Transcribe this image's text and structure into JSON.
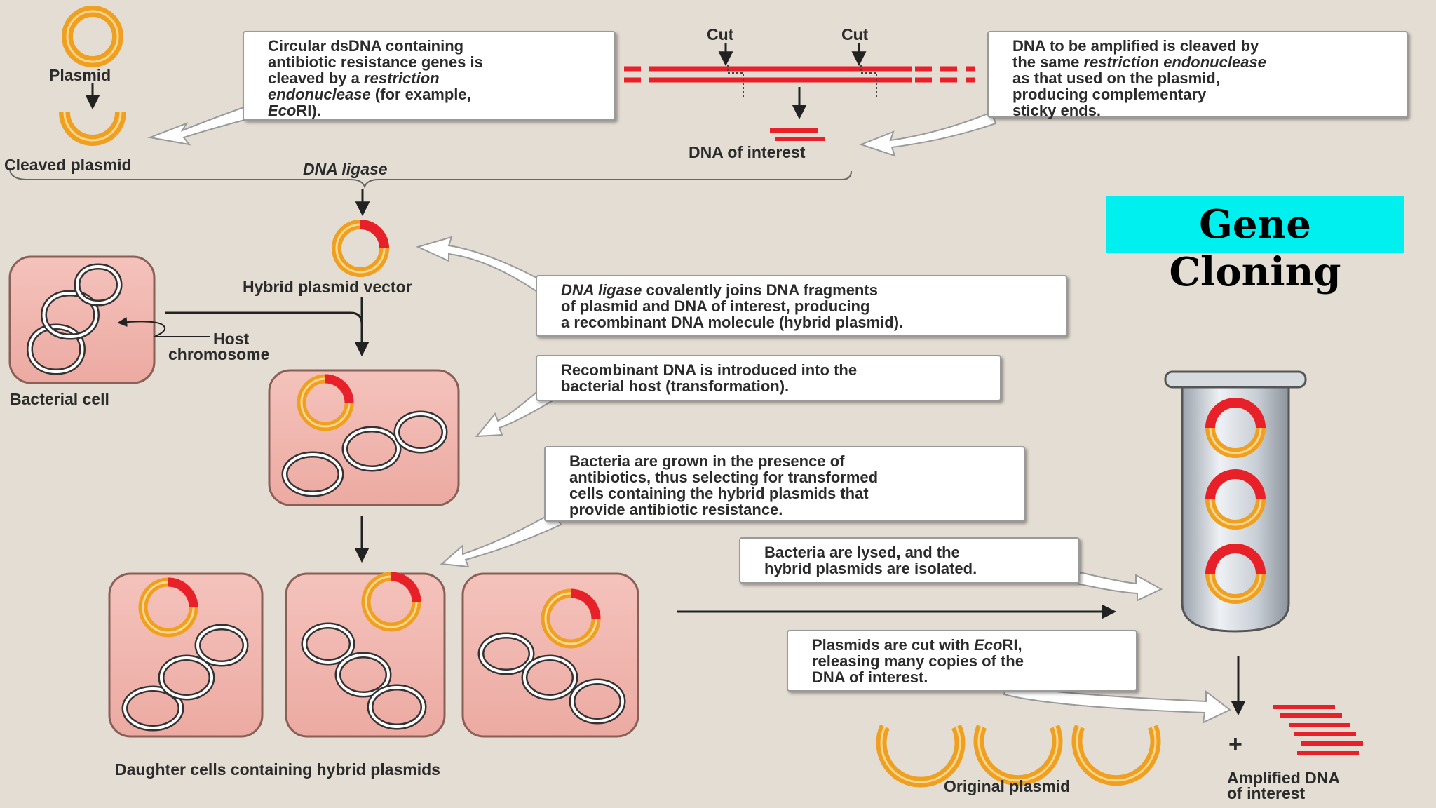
{
  "title": "Gene Cloning",
  "labels": {
    "plasmid": "Plasmid",
    "cleaved_plasmid": "Cleaved plasmid",
    "cut_left": "Cut",
    "cut_right": "Cut",
    "dna_of_interest": "DNA of interest",
    "dna_ligase": "DNA ligase",
    "hybrid_plasmid_vector": "Hybrid plasmid vector",
    "host_chromosome_line1": "Host",
    "host_chromosome_line2": "chromosome",
    "bacterial_cell": "Bacterial cell",
    "daughter_cells": "Daughter cells containing hybrid plasmids",
    "original_plasmid": "Original plasmid",
    "plus": "+",
    "amplified_line1": "Amplified DNA",
    "amplified_line2": "of interest"
  },
  "callouts": {
    "plasmid_cleavage": {
      "l1": "Circular dsDNA containing",
      "l2": "antibiotic resistance genes is",
      "l3_pre": "cleaved by a ",
      "l3_it": "restriction",
      "l4_it": "endonuclease",
      "l4_post": " (for example,",
      "l5_it": "Eco",
      "l5_post": "RI)."
    },
    "dna_cleavage": {
      "l1": "DNA to be amplified is cleaved by",
      "l2_pre": "the same ",
      "l2_it": "restriction endonuclease",
      "l3": "as that used on the plasmid,",
      "l4": "producing complementary",
      "l5": "sticky ends."
    },
    "ligase": {
      "l1_it": "DNA ligase",
      "l1_post": " covalently joins DNA fragments",
      "l2": "of plasmid and DNA of interest, producing",
      "l3": "a recombinant DNA molecule (hybrid plasmid)."
    },
    "transformation": {
      "l1": "Recombinant DNA is introduced into the",
      "l2": "bacterial host (transformation)."
    },
    "selection": {
      "l1": "Bacteria are grown in the presence of",
      "l2": "antibiotics, thus selecting for transformed",
      "l3": "cells containing the hybrid plasmids that",
      "l4": "provide antibiotic resistance."
    },
    "lysis": {
      "l1": "Bacteria are lysed, and the",
      "l2": "hybrid plasmids are isolated."
    },
    "release": {
      "l1_pre": "Plasmids are cut with ",
      "l1_it": "Eco",
      "l1_post": "RI,",
      "l2": "releasing many copies of the",
      "l3": "DNA of interest."
    }
  },
  "colors": {
    "background": "#e3ddd3",
    "plasmid_orange": "#f0a020",
    "insert_red": "#e8202a",
    "cell_pink": "#f2b9b2",
    "title_bg": "#00f0f0"
  }
}
